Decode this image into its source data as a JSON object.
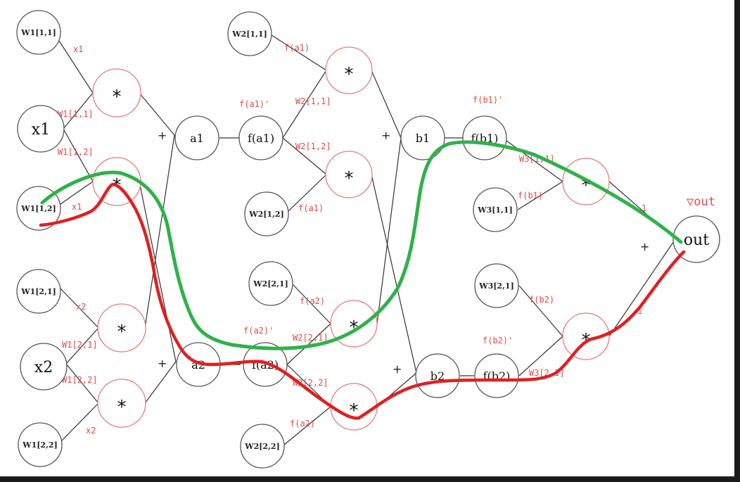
{
  "nodes": {
    "w1_11": "W1[1,1]",
    "x1": "x1",
    "w1_12": "W1[1,2]",
    "w1_21": "W1[2,1]",
    "x2": "x2",
    "w1_22": "W1[2,2]",
    "a1": "a1",
    "a2": "a2",
    "fa1": "f(a1)",
    "fa2": "f(a2)",
    "w2_11": "W2[1,1]",
    "w2_12": "W2[1,2]",
    "w2_21": "W2[2,1]",
    "w2_22": "W2[2,2]",
    "b1": "b1",
    "b2": "b2",
    "fb1": "f(b1)",
    "fb2": "f(b2)",
    "w3_11": "W3[1,1]",
    "w3_21": "W3[2,1]",
    "out": "out",
    "mul": "*"
  },
  "edge_labels": {
    "x1_a": "x1",
    "w1_11_b": "W1[1,1]",
    "w1_12_b": "W1[1,2]",
    "x1_b": "x1",
    "x2_a": "x2",
    "w1_21_b": "W1[2,1]",
    "w1_22_b": "W1[2,2]",
    "x2_b": "x2",
    "fa1_deriv": "f(a1)'",
    "fa1_top": "f(a1)",
    "w2_11_b": "W2[1,1]",
    "w2_12_b": "W2[1,2]",
    "fa1_bottom": "f(a1)",
    "fa2_deriv": "f(a2)'",
    "fa2_top": "f(a2)",
    "w2_21_b": "W2[2,1]",
    "w2_22_b": "W2[2,2]",
    "fa2_bottom": "f(a2)",
    "fb1_deriv": "f(b1)'",
    "w3_11_b": "W3[1,1]",
    "fb1_mid": "f(b1)",
    "fb2_mid": "f(b2)",
    "fb2_deriv": "f(b2)'",
    "w3_21_b": "W3[2,1]",
    "out_top": "1",
    "out_bottom": "1",
    "grad_out": "▽out"
  },
  "plus": "+",
  "colors": {
    "highlight_green": "#2fb24a",
    "highlight_red": "#e02020",
    "edge_label": "#e24a4a",
    "op_node_border": "#ea7a7a"
  }
}
